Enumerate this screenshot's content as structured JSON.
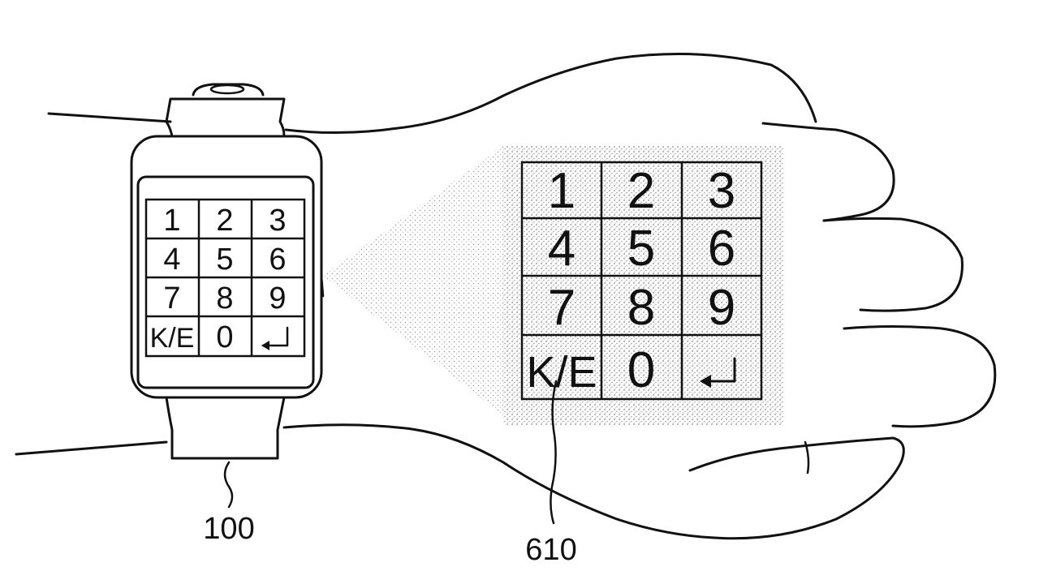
{
  "keypad": {
    "keys": [
      "1",
      "2",
      "3",
      "4",
      "5",
      "6",
      "7",
      "8",
      "9",
      "K/E",
      "0"
    ],
    "enter_icon": "enter-arrow-icon"
  },
  "reference_labels": {
    "watch": "100",
    "projected_keypad": "610"
  }
}
